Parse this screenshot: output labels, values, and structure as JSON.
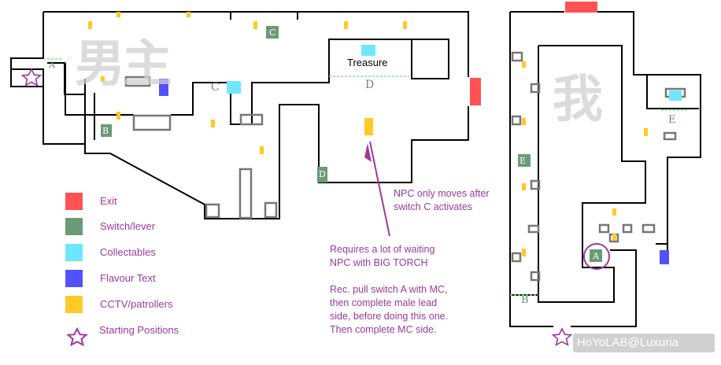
{
  "map_labels": {
    "treasure": "Treasure",
    "watermark_left": "男主",
    "watermark_right": "我",
    "zone_a": "A",
    "zone_b": "B",
    "switch_a": "A",
    "switch_b": "B",
    "switch_c": "C",
    "switch_d": "D",
    "switch_e": "E",
    "label_c": "C",
    "label_d": "D",
    "label_e": "E",
    "label_b_right": "B"
  },
  "legend": [
    {
      "label": "Exit",
      "color": "#ff5252"
    },
    {
      "label": "Switch/lever",
      "color": "#6a9a78"
    },
    {
      "label": "Collectables",
      "color": "#6fe6ff"
    },
    {
      "label": "Flavour Text",
      "color": "#5151ff"
    },
    {
      "label": "CCTV/patrollers",
      "color": "#ffc926"
    },
    {
      "label": "Starting Positions",
      "color": "#9b3a9b"
    }
  ],
  "notes": {
    "npc_line1": "NPC only moves after",
    "npc_line2": "switch C activates",
    "req_line1": "Requires a lot of waiting",
    "req_line2": "NPC with BIG TORCH",
    "rec_line1": "Rec. pull switch A with MC,",
    "rec_line2": "then complete male lead",
    "rec_line3": "side, before doing this one.",
    "rec_line4": "Then complete MC side."
  },
  "credit": "HoYoLAB@Luxuria",
  "colors": {
    "wall": "#000000",
    "accent": "#9b3a9b"
  }
}
